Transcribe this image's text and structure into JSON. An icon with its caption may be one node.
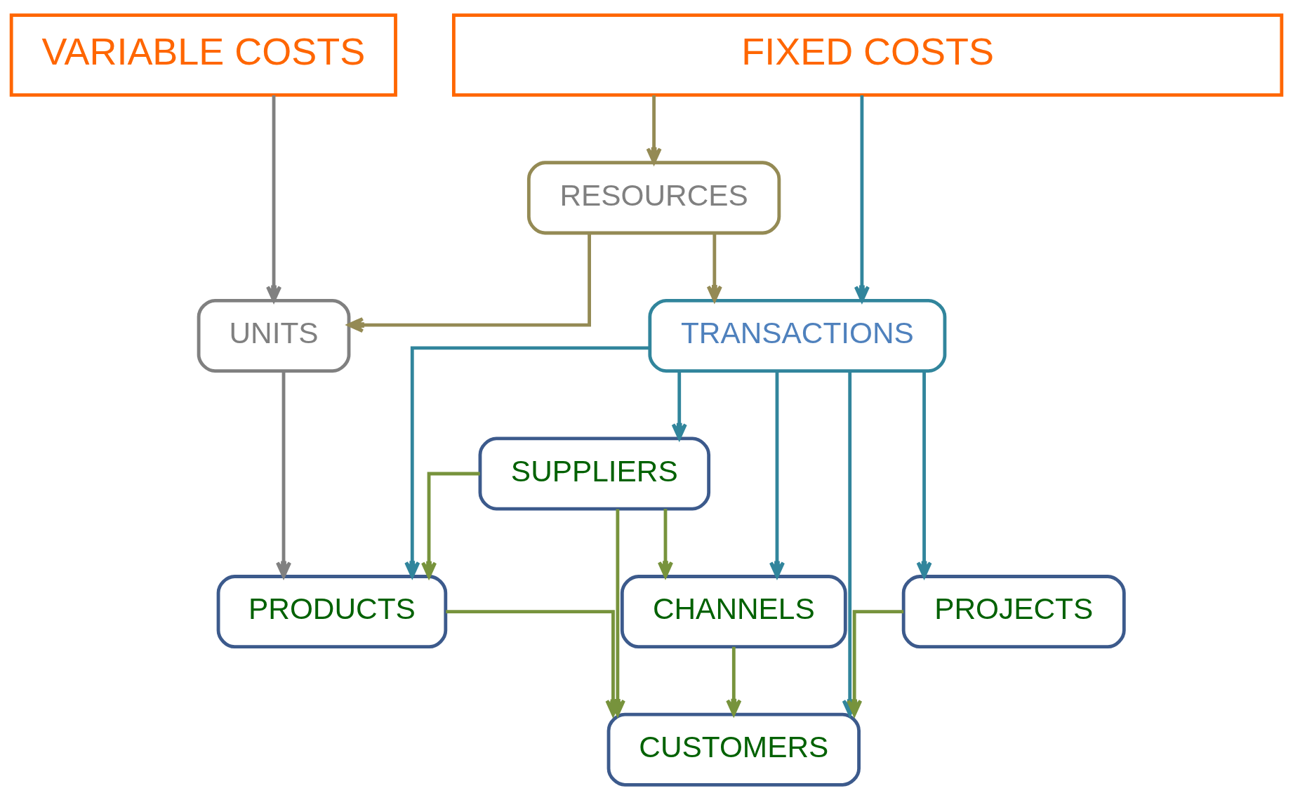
{
  "diagram": {
    "nodes": [
      {
        "text": [
          "VARIABLE COSTS"
        ]
      },
      {
        "text": [
          "FIXED COSTS"
        ]
      },
      {
        "text": [
          "RESOURCES"
        ]
      },
      {
        "text": [
          "UNITS"
        ]
      },
      {
        "text": [
          "TRANSACTIONS"
        ]
      },
      {
        "text": [
          "SUPPLIERS"
        ]
      },
      {
        "text": [
          "PRODUCTS"
        ]
      },
      {
        "text": [
          "CHANNELS"
        ]
      },
      {
        "text": [
          "PROJECTS"
        ]
      },
      {
        "text": [
          "CUSTOMERS"
        ]
      }
    ],
    "edges": [
      {
        "from": 0,
        "to": 3,
        "arrow": "to",
        "color": "#808080"
      },
      {
        "from": 1,
        "to": 4,
        "arrow": "to",
        "color": "#31859c"
      },
      {
        "from": 1,
        "to": 2,
        "arrow": "to",
        "color": "#948a54"
      },
      {
        "from": 2,
        "to": 3,
        "arrow": "to",
        "color": "#948a54"
      },
      {
        "from": 2,
        "to": 4,
        "arrow": "to",
        "color": "#948a54"
      },
      {
        "from": 3,
        "to": 6,
        "arrow": "to",
        "color": "#808080"
      },
      {
        "from": 4,
        "to": 5,
        "arrow": "to",
        "color": "#31859c"
      },
      {
        "from": 4,
        "to": 6,
        "arrow": "to",
        "color": "#31859c"
      },
      {
        "from": 4,
        "to": 9,
        "arrow": "to",
        "color": "#31859c"
      },
      {
        "from": 4,
        "to": 7,
        "arrow": "to",
        "color": "#31859c"
      },
      {
        "from": 4,
        "to": 8,
        "arrow": "to",
        "color": "#31859c"
      },
      {
        "from": 5,
        "to": 6,
        "arrow": "to",
        "color": "#77933c"
      },
      {
        "from": 5,
        "to": 7,
        "arrow": "to",
        "color": "#77933c"
      },
      {
        "from": 5,
        "to": 9,
        "arrow": "to",
        "color": "#77933c"
      },
      {
        "from": 6,
        "to": 9,
        "arrow": "to",
        "color": "#77933c"
      },
      {
        "from": 7,
        "to": 9,
        "arrow": "to",
        "color": "#77933c"
      },
      {
        "from": 8,
        "to": 9,
        "arrow": "to",
        "color": "#77933c"
      }
    ]
  }
}
